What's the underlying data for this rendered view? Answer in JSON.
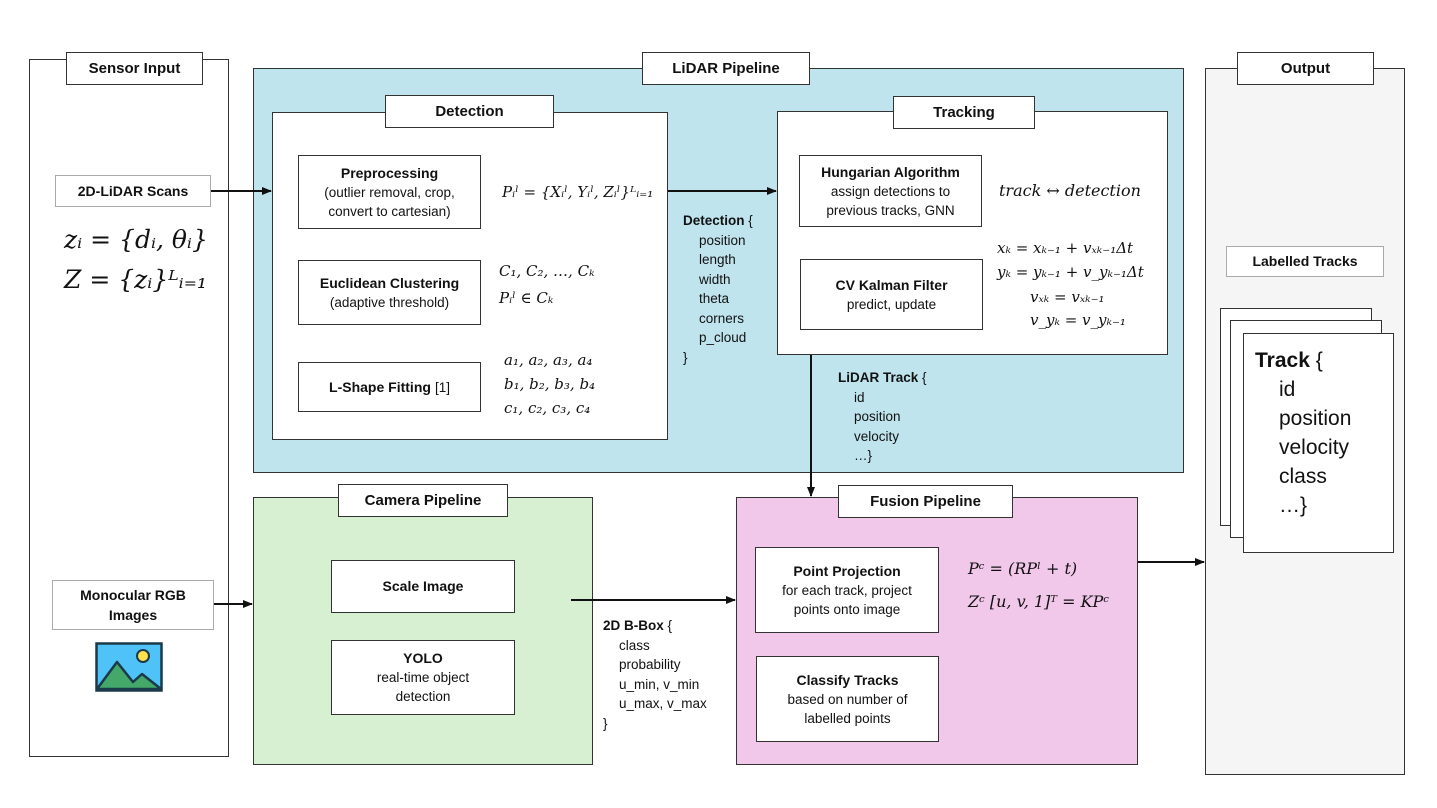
{
  "colors": {
    "lidar_bg": "#bfe4ee",
    "camera_bg": "#d7f0d2",
    "fusion_bg": "#f1c7ea",
    "output_bg": "#f5f5f5",
    "sensor_bg": "#ffffff"
  },
  "sensor_input": {
    "title": "Sensor Input",
    "lidar_label": "2D-LiDAR Scans",
    "lidar_eq1": "zᵢ = {dᵢ, θᵢ}",
    "lidar_eq2": "Z = {zᵢ}ᴸᵢ₌₁",
    "camera_label_line1": "Monocular RGB",
    "camera_label_line2": "Images",
    "image_icon": "image-icon"
  },
  "lidar_pipeline": {
    "title": "LiDAR Pipeline",
    "detection": {
      "title": "Detection",
      "preprocessing": {
        "title": "Preprocessing",
        "line1": "(outlier removal, crop,",
        "line2": "convert to cartesian)",
        "eq": "Pᵢˡ = {Xᵢˡ, Yᵢˡ, Zᵢˡ}ᴸᵢ₌₁"
      },
      "clustering": {
        "title": "Euclidean Clustering",
        "line1": "(adaptive threshold)",
        "eq1": "C₁, C₂, …, Cₖ",
        "eq2": "Pᵢˡ ∈ Cₖ"
      },
      "lshape": {
        "title": "L-Shape Fitting",
        "ref": "[1]",
        "eq1": "a₁, a₂, a₃, a₄",
        "eq2": "b₁, b₂, b₃, b₄",
        "eq3": "c₁, c₂, c₃, c₄"
      }
    },
    "detection_struct": {
      "name": "Detection",
      "open": "{",
      "fields": [
        "position",
        "length",
        "width",
        "theta",
        "corners",
        "p_cloud"
      ],
      "close": "}"
    },
    "tracking": {
      "title": "Tracking",
      "hungarian": {
        "title": "Hungarian Algorithm",
        "line1": "assign detections to",
        "line2": "previous tracks, GNN",
        "eq": "track ↔ detection"
      },
      "kalman": {
        "title": "CV Kalman Filter",
        "line1": "predict, update",
        "eq1": "xₖ = xₖ₋₁ + vₓₖ₋₁Δt",
        "eq2": "yₖ = yₖ₋₁ + v_yₖ₋₁Δt",
        "eq3": "vₓₖ = vₓₖ₋₁",
        "eq4": "v_yₖ = v_yₖ₋₁"
      }
    },
    "track_struct": {
      "name": "LiDAR Track",
      "open": "{",
      "fields": [
        "id",
        "position",
        "velocity"
      ],
      "close": "…}"
    }
  },
  "camera_pipeline": {
    "title": "Camera Pipeline",
    "scale": {
      "title": "Scale Image"
    },
    "yolo": {
      "title": "YOLO",
      "line1": "real-time object",
      "line2": "detection"
    },
    "bbox_struct": {
      "name": "2D B-Box",
      "open": "{",
      "fields": [
        "class",
        "probability",
        "u_min, v_min",
        "u_max, v_max"
      ],
      "close": "}"
    }
  },
  "fusion_pipeline": {
    "title": "Fusion Pipeline",
    "projection": {
      "title": "Point Projection",
      "line1": "for each track, project",
      "line2": "points onto image",
      "eq1": "Pᶜ = (RPˡ + t)",
      "eq2": "Zᶜ [u, v, 1]ᵀ = KPᶜ"
    },
    "classify": {
      "title": "Classify Tracks",
      "line1": "based on number of",
      "line2": "labelled points"
    }
  },
  "output": {
    "title": "Output",
    "labelled_tracks": "Labelled Tracks",
    "track_struct": {
      "name": "Track",
      "open": "{",
      "fields": [
        "id",
        "position",
        "velocity",
        "class"
      ],
      "close": "…}"
    }
  }
}
